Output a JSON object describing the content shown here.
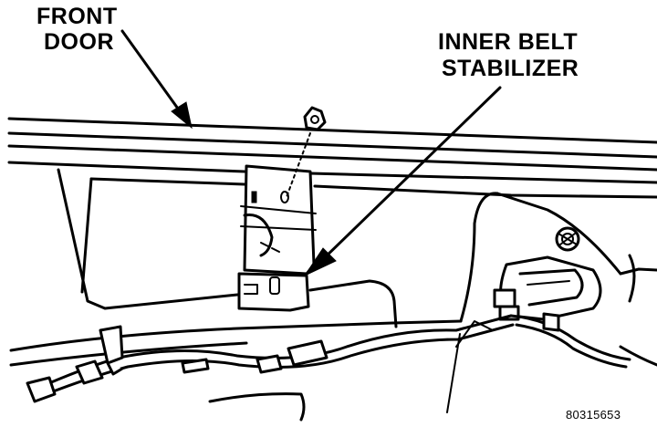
{
  "labels": {
    "front_line1": "FRONT",
    "front_line2": "DOOR",
    "stab_line1": "INNER BELT",
    "stab_line2": "STABILIZER",
    "figure_code": "80315653"
  }
}
